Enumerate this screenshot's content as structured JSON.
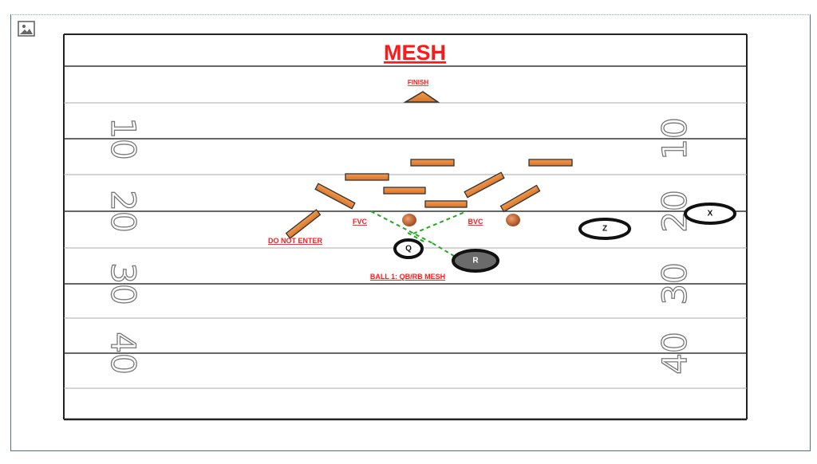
{
  "diagram": {
    "title": "MESH",
    "finish_label": "FINISH",
    "fvc_label": "FVC",
    "bvc_label": "BVC",
    "do_not_enter_label": "DO NOT ENTER",
    "ball_label": "BALL 1: QB/RB MESH",
    "yard_numbers": [
      "10",
      "20",
      "30",
      "40"
    ],
    "players": {
      "q": "Q",
      "r": "R",
      "z": "Z",
      "x": "X"
    },
    "colors": {
      "title": "#ff1a1a",
      "cone": "#e8873a",
      "route": "#22aa22",
      "field_line": "#333333"
    }
  }
}
